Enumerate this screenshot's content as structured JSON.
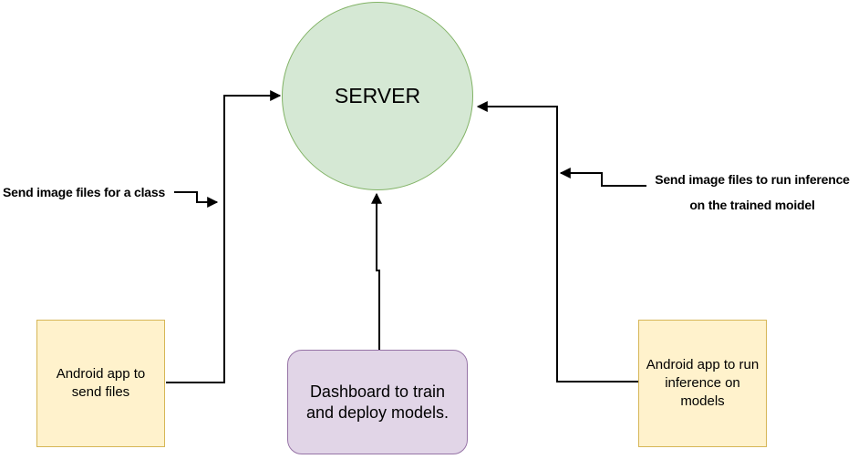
{
  "diagram": {
    "nodes": {
      "server": {
        "label": "SERVER",
        "shape": "circle",
        "fill": "#D5E8D4",
        "stroke": "#82B366"
      },
      "app_send": {
        "lines": [
          "Android app to",
          "send files"
        ],
        "shape": "rectangle",
        "fill": "#FFF2CC",
        "stroke": "#D6B656"
      },
      "dashboard": {
        "lines": [
          "Dashboard to train",
          "and deploy models."
        ],
        "shape": "rounded-rectangle",
        "fill": "#E1D5E7",
        "stroke": "#9673A6"
      },
      "app_inference": {
        "lines": [
          "Android app to run",
          "inference on",
          "models"
        ],
        "shape": "rectangle",
        "fill": "#FFF2CC",
        "stroke": "#D6B656"
      }
    },
    "captions": {
      "left": "Send image files for a class",
      "right_lines": [
        "Send image files to run inference",
        "on the trained moidel"
      ]
    },
    "edges": [
      {
        "name": "app-send-to-server",
        "from": "app_send",
        "to": "server"
      },
      {
        "name": "dashboard-to-server",
        "from": "dashboard",
        "to": "server"
      },
      {
        "name": "app-inference-to-server",
        "from": "app_inference",
        "to": "server"
      },
      {
        "name": "left-caption-pointer",
        "from": "caption-left",
        "to": "app-send-to-server"
      },
      {
        "name": "right-caption-pointer",
        "from": "caption-right",
        "to": "app-inference-to-server"
      }
    ],
    "colors": {
      "edge": "#000000",
      "background": "#FFFFFF",
      "text": "#000000"
    }
  }
}
